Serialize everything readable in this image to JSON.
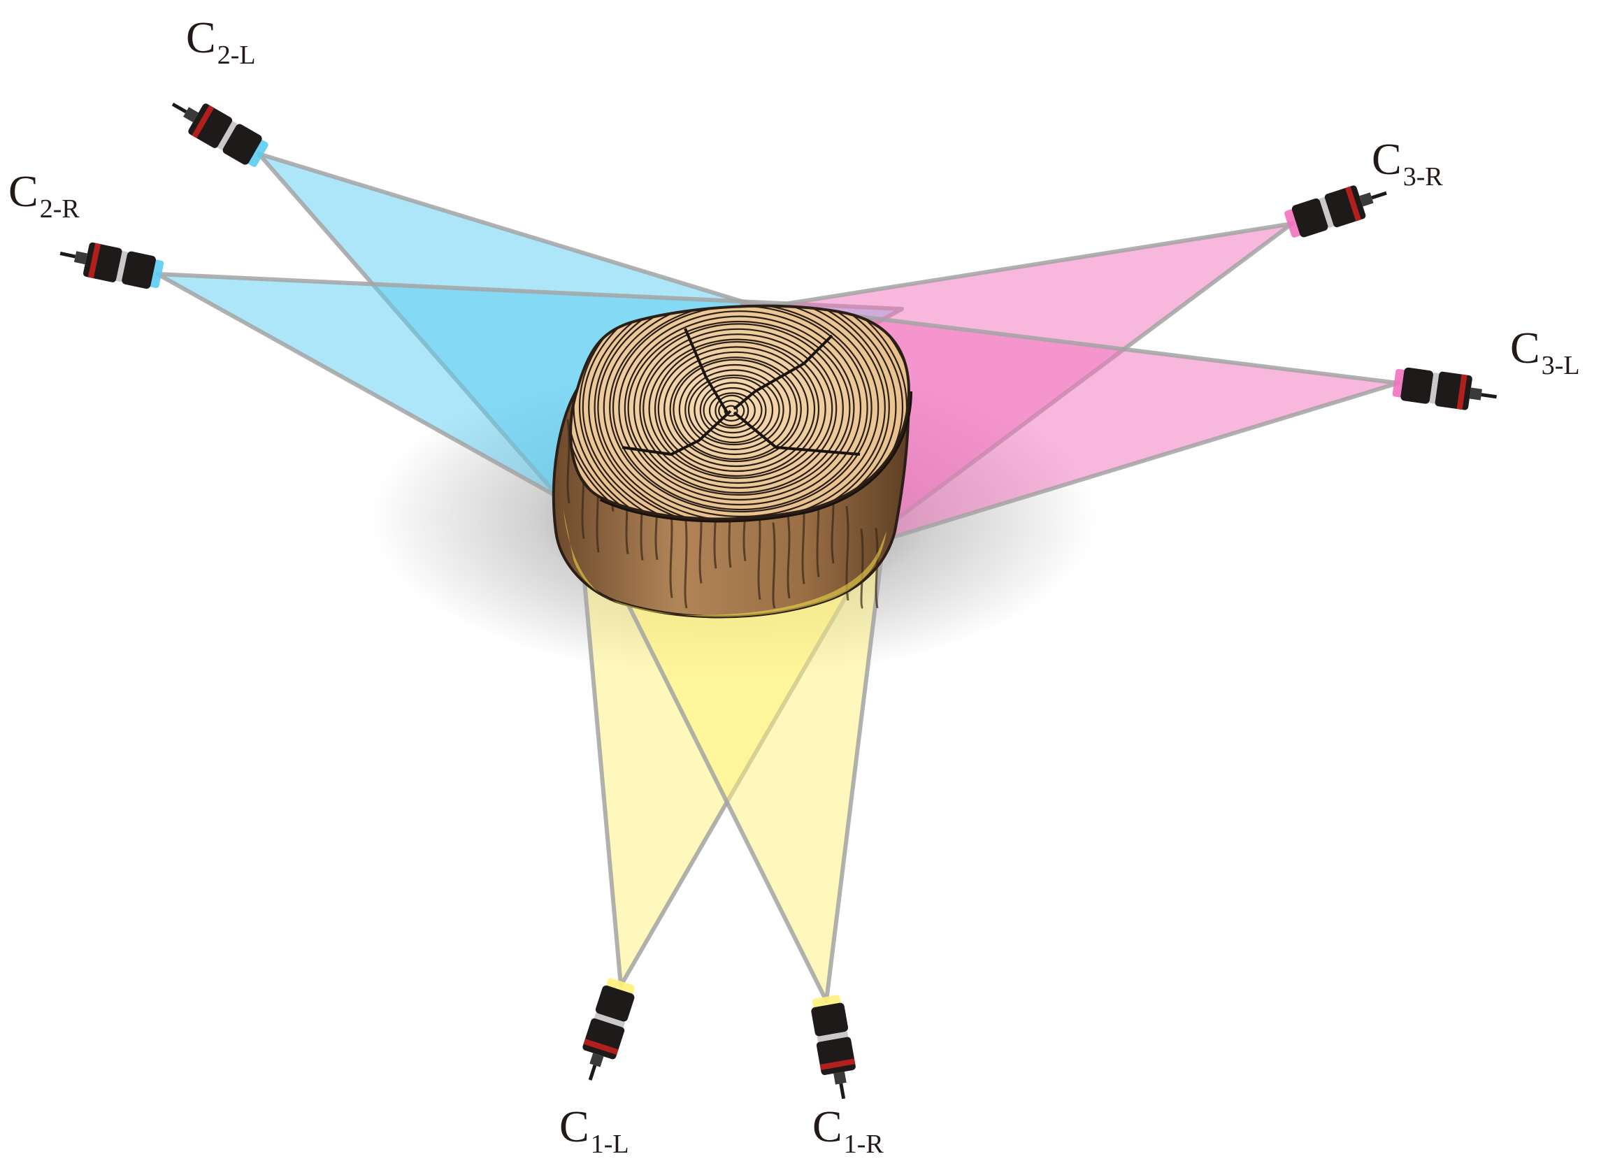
{
  "cameras": [
    {
      "id": "c2l",
      "name": "C",
      "sub": "2-L",
      "group": "cyan"
    },
    {
      "id": "c2r",
      "name": "C",
      "sub": "2-R",
      "group": "cyan"
    },
    {
      "id": "c3r",
      "name": "C",
      "sub": "3-R",
      "group": "magenta"
    },
    {
      "id": "c3l",
      "name": "C",
      "sub": "3-L",
      "group": "magenta"
    },
    {
      "id": "c1l",
      "name": "C",
      "sub": "1-L",
      "group": "yellow"
    },
    {
      "id": "c1r",
      "name": "C",
      "sub": "1-R",
      "group": "yellow"
    }
  ],
  "colors": {
    "cyan": "#5ccdf2",
    "magenta": "#f272be",
    "yellow": "#fff27a",
    "frustum_edge": "#a3a3a3",
    "wood_top": "#f1cc9c",
    "wood_side": "#a87a50",
    "ring_line": "#2a1e16",
    "camera_body": "#1f1a1a",
    "camera_accent": "#b2201d"
  },
  "icons": [
    "wood-log-icon",
    "camera-icon"
  ]
}
